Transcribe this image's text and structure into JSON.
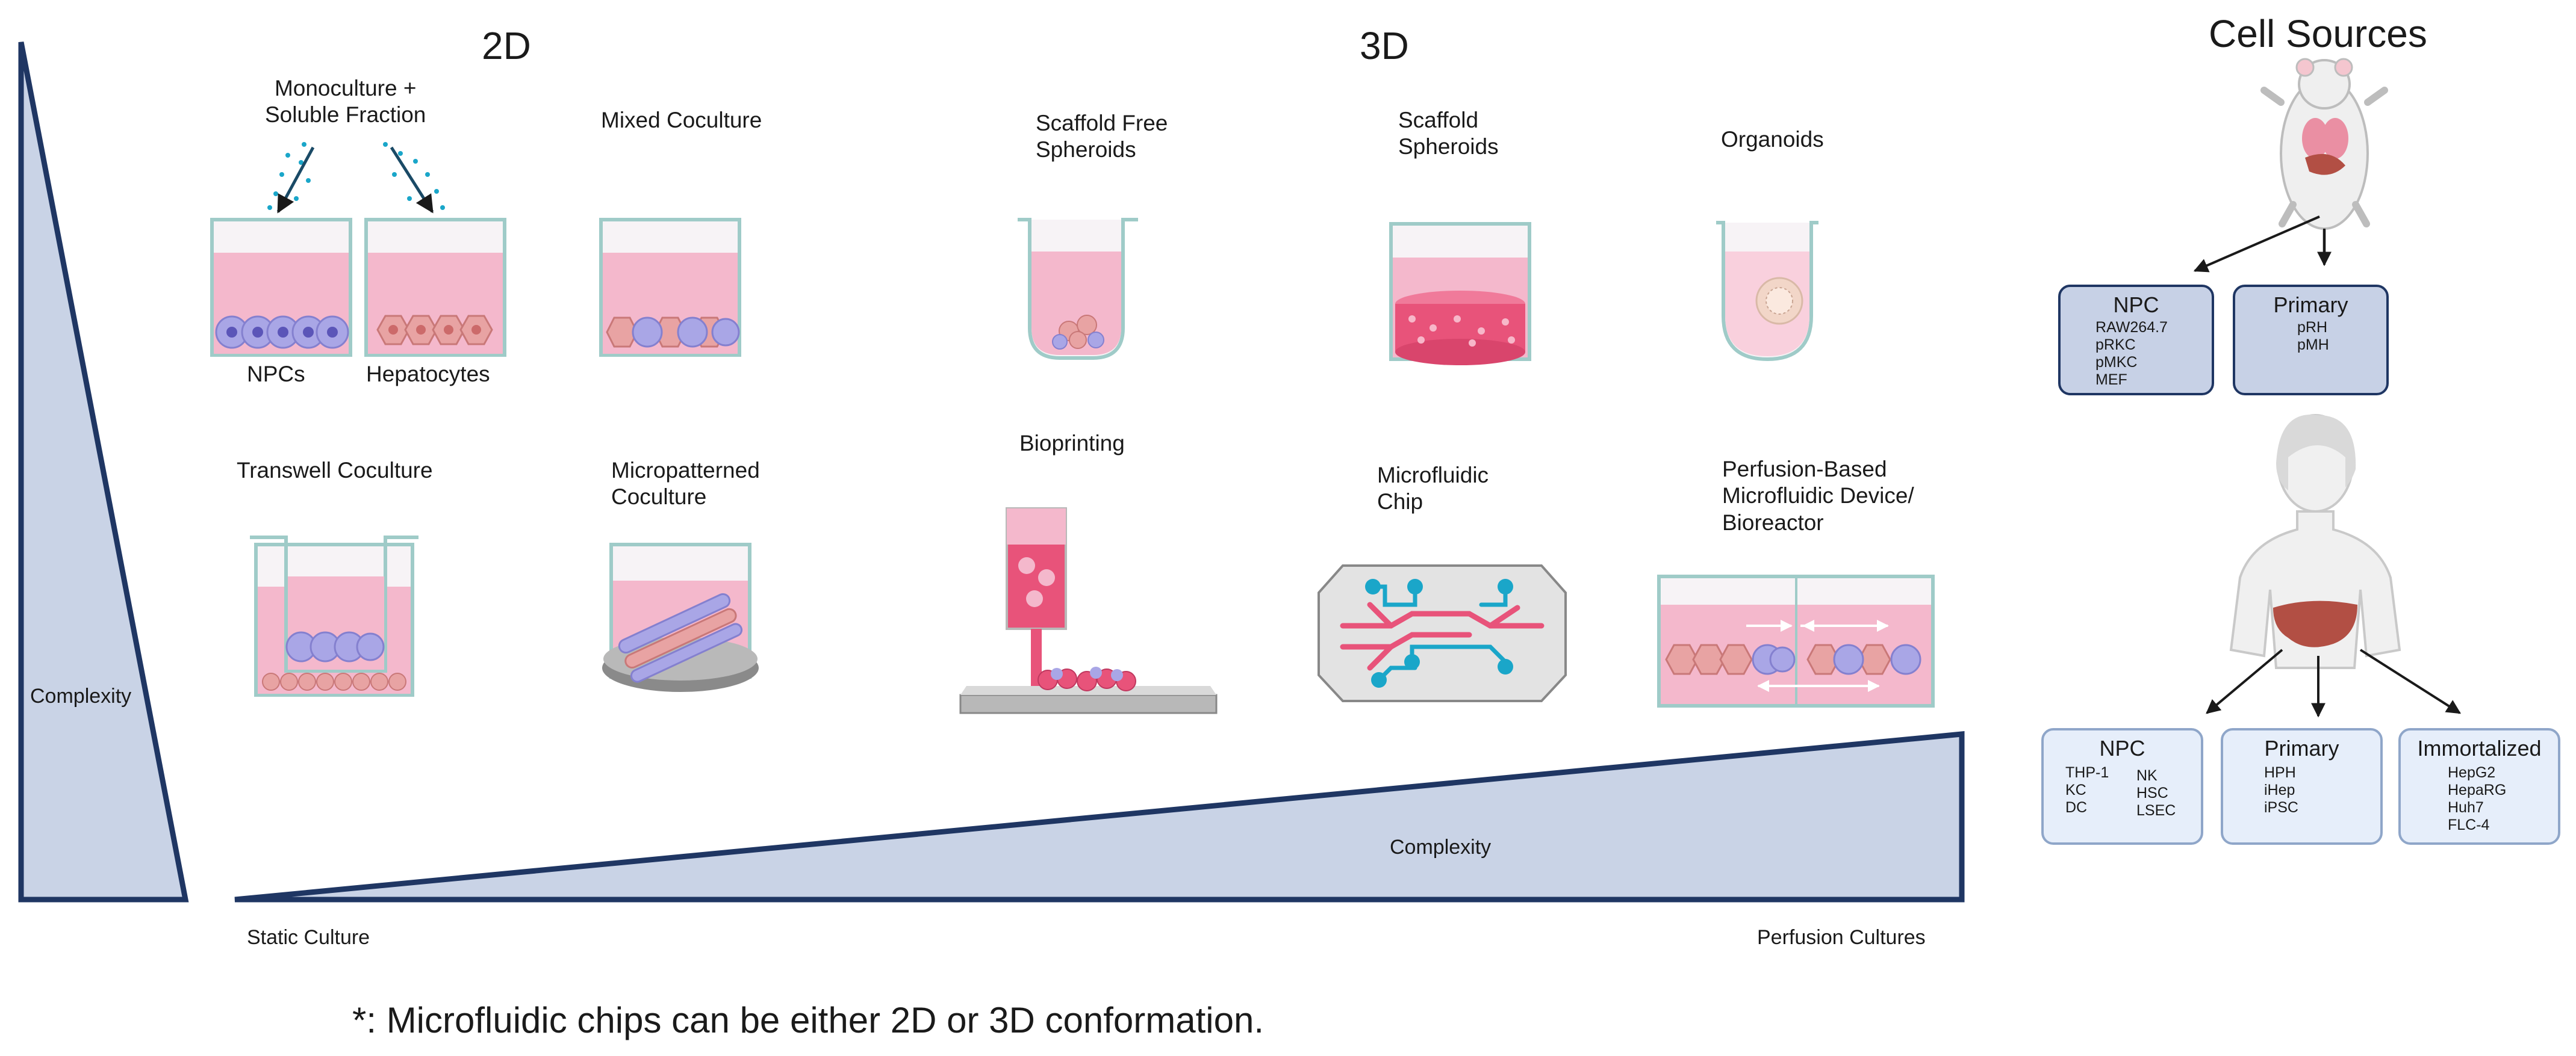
{
  "headings": {
    "d2": "2D",
    "d3": "3D",
    "cell_sources": "Cell Sources"
  },
  "models": {
    "monoculture": "Monoculture +\nSoluble Fraction",
    "npcs": "NPCs",
    "hepatocytes": "Hepatocytes",
    "mixed": "Mixed Coculture",
    "transwell": "Transwell Coculture",
    "micropatterned": "Micropatterned\nCoculture",
    "scaffold_free": "Scaffold Free\nSpheroids",
    "scaffold": "Scaffold\nSpheroids",
    "organoids": "Organoids",
    "bioprinting": "Bioprinting",
    "microfluidic": "Microfluidic\nChip",
    "perfusion": "Perfusion-Based\nMicrofluidic Device/\nBioreactor"
  },
  "axes": {
    "vertical_complexity": "Complexity",
    "horizontal_complexity": "Complexity",
    "static": "Static Culture",
    "perfusion": "Perfusion Cultures"
  },
  "mouse_sources": {
    "npc": {
      "title": "NPC",
      "items": [
        "RAW264.7",
        "pRKC",
        "pMKC",
        "MEF"
      ]
    },
    "primary": {
      "title": "Primary",
      "items": [
        "pRH",
        "pMH"
      ]
    }
  },
  "human_sources": {
    "npc": {
      "title": "NPC",
      "col1": [
        "THP-1",
        "KC",
        "DC"
      ],
      "col2": [
        "NK",
        "HSC",
        "LSEC"
      ]
    },
    "primary": {
      "title": "Primary",
      "items": [
        "HPH",
        "iHep",
        "iPSC"
      ]
    },
    "immortalized": {
      "title": "Immortalized",
      "items": [
        "HepG2",
        "HepaRG",
        "Huh7",
        "FLC-4"
      ]
    }
  },
  "footnote": "*: Microfluidic chips can be either 2D or 3D conformation.",
  "colors": {
    "navy": "#1f3663",
    "triangle_fill": "#c9d3e6",
    "medium": "#f4b8cc",
    "npc_cell": "#a9a6e6",
    "hepatocyte": "#e8a3a3",
    "mouse_box": "#c7d1e6",
    "human_box": "#e6eefa",
    "cyan": "#1aa6c9"
  }
}
